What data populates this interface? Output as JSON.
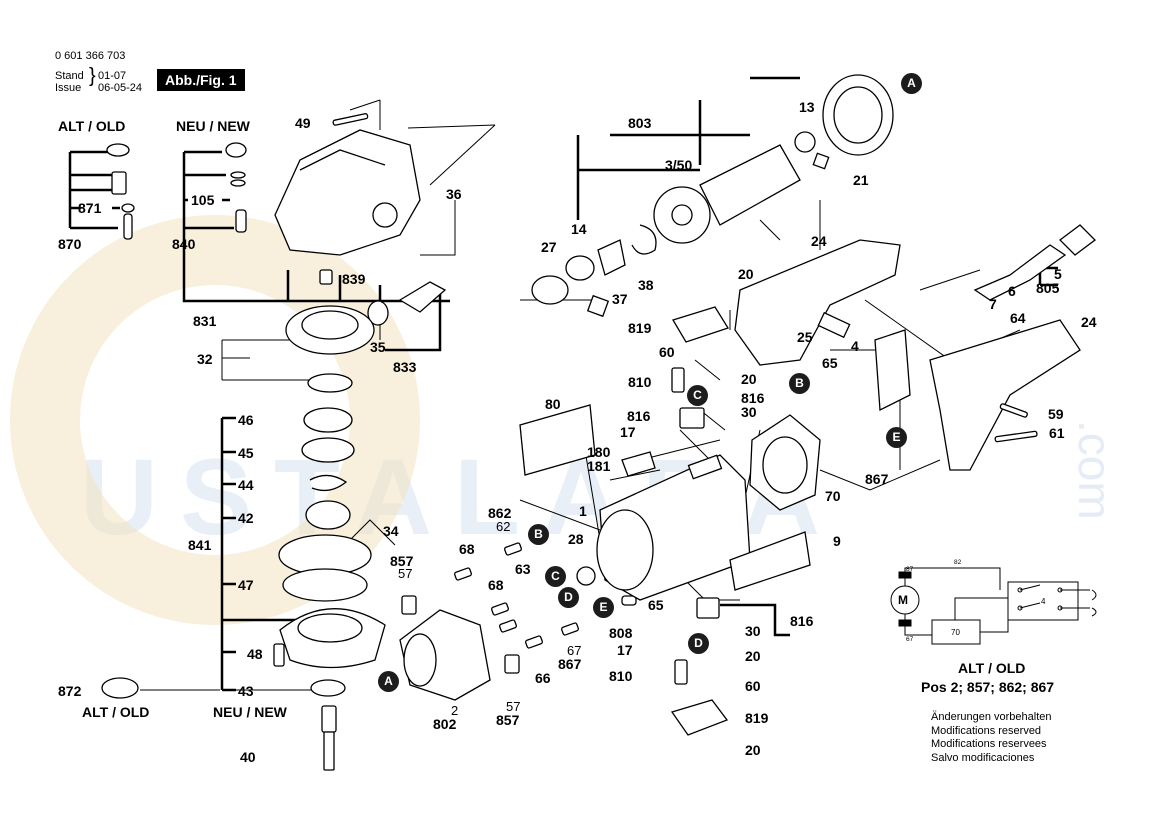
{
  "header": {
    "part_number": "0 601 366 703",
    "stand_label": "Stand",
    "issue_label": "Issue",
    "stand_value": "01-07",
    "issue_value": "06-05-24",
    "figure_tag": "Abb./Fig. 1"
  },
  "titles": {
    "alt_old_top": "ALT / OLD",
    "neu_new_top": "NEU / NEW",
    "alt_old_bottom": "ALT / OLD",
    "neu_new_bottom": "NEU / NEW",
    "schematic_title_1": "ALT / OLD",
    "schematic_title_2": "Pos 2; 857; 862; 867"
  },
  "notes": [
    "Änderungen vorbehalten",
    "Modifications reserved",
    "Modifications reservees",
    "Salvo modificaciones"
  ],
  "schematic_labels": {
    "m": "M",
    "r70": "70",
    "r4": "4",
    "w82": "82",
    "w67": "67",
    "w87": "87"
  },
  "bubbles": {
    "a": "A",
    "b": "B",
    "c": "C",
    "d": "D",
    "e": "E"
  },
  "watermark": {
    "main": "USTALARA",
    "side": ".com"
  },
  "labels": {
    "p49": "49",
    "p105": "105",
    "p871": "871",
    "p870": "870",
    "p840": "840",
    "p839": "839",
    "p831": "831",
    "p35": "35",
    "p833": "833",
    "p32": "32",
    "p36": "36",
    "p46": "46",
    "p45": "45",
    "p44": "44",
    "p42": "42",
    "p34": "34",
    "p841": "841",
    "p47": "47",
    "p48": "48",
    "p43": "43",
    "p872": "872",
    "p40": "40",
    "p803": "803",
    "p13": "13",
    "p3_50": "3/50",
    "p21": "21",
    "p14": "14",
    "p27": "27",
    "p37": "37",
    "p38": "38",
    "p24a": "24",
    "p20a": "20",
    "p5": "5",
    "p805": "805",
    "p6": "6",
    "p7": "7",
    "p64": "64",
    "p819a": "819",
    "p25": "25",
    "p4": "4",
    "p24b": "24",
    "p60a": "60",
    "p65a": "65",
    "p810a": "810",
    "p20b": "20",
    "p816a": "816",
    "p30a": "30",
    "p816b": "816",
    "p17a": "17",
    "p59": "59",
    "p61": "61",
    "p80": "80",
    "p180": "180",
    "p181": "181",
    "p867a": "867",
    "p70": "70",
    "p1": "1",
    "p862": "862",
    "p62": "62",
    "p28": "28",
    "p9": "9",
    "p857a": "857",
    "p57a": "57",
    "p68a": "68",
    "p68b": "68",
    "p63": "63",
    "p65b": "65",
    "p816c": "816",
    "p808": "808",
    "p30b": "30",
    "p67": "67",
    "p867b": "867",
    "p17b": "17",
    "p20c": "20",
    "p66": "66",
    "p810b": "810",
    "p60b": "60",
    "p2": "2",
    "p802": "802",
    "p57b": "57",
    "p857b": "857",
    "p819b": "819",
    "p20d": "20"
  }
}
